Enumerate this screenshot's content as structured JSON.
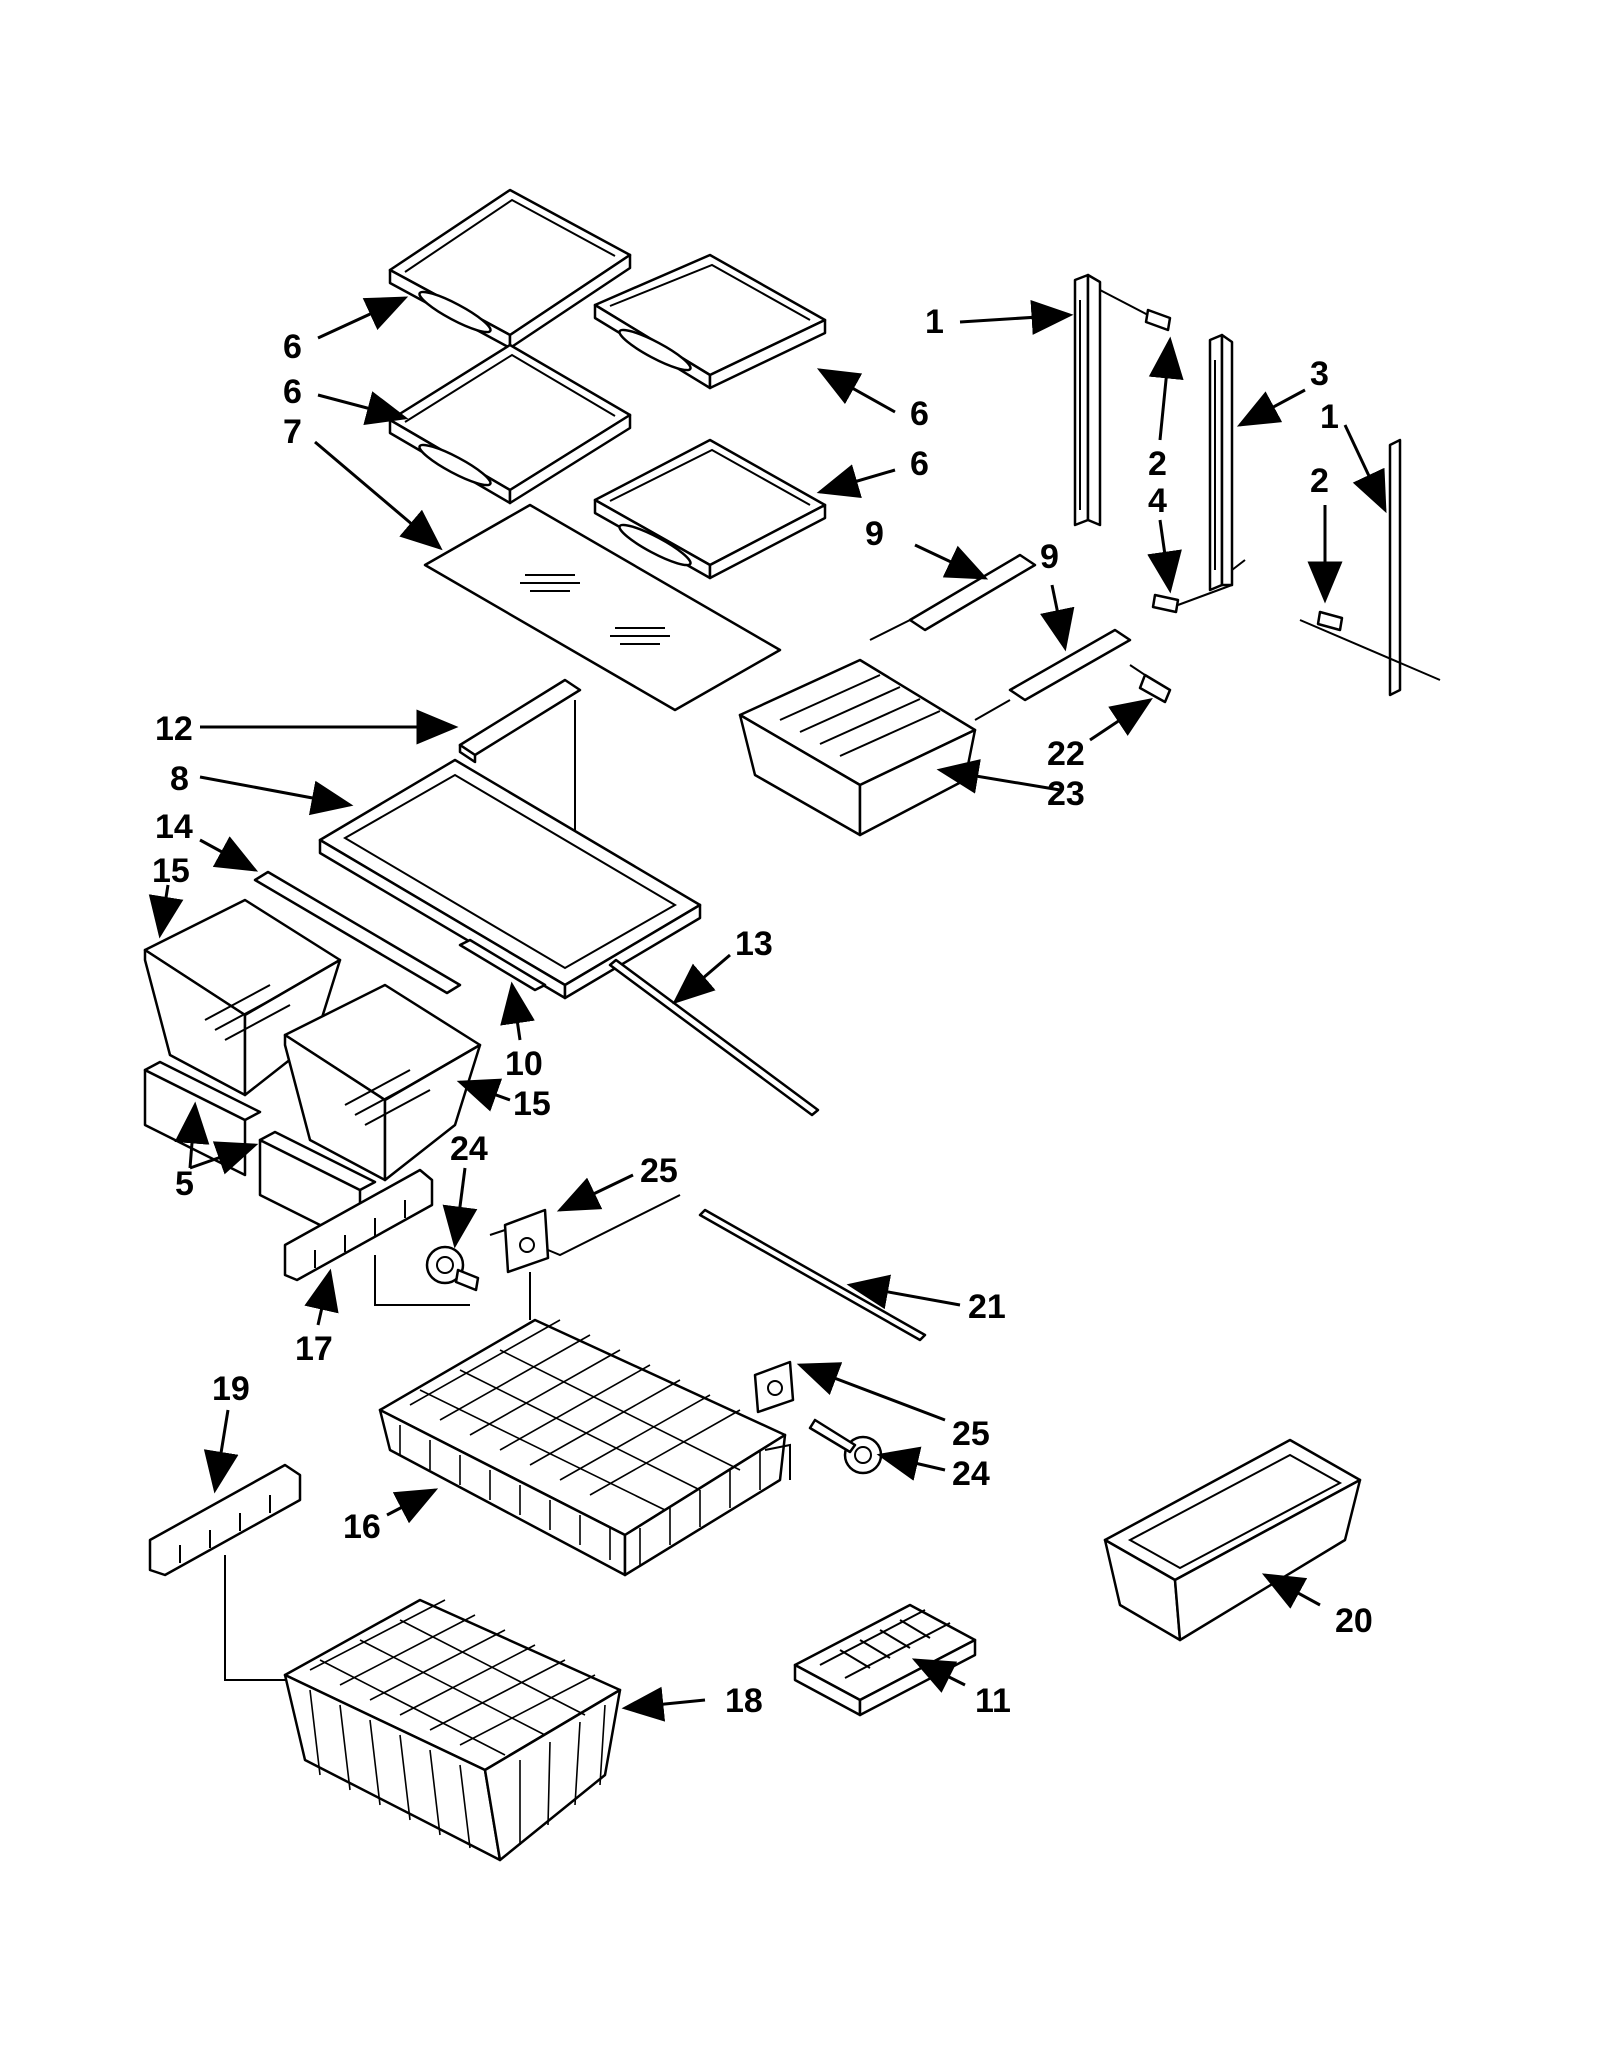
{
  "diagram": {
    "callouts": {
      "c1a": "1",
      "c1b": "1",
      "c2a": "2",
      "c2b": "2",
      "c3": "3",
      "c4": "4",
      "c5": "5",
      "c6a": "6",
      "c6b": "6",
      "c6c": "6",
      "c6d": "6",
      "c7": "7",
      "c8": "8",
      "c9a": "9",
      "c9b": "9",
      "c10": "10",
      "c11": "11",
      "c12": "12",
      "c13": "13",
      "c14": "14",
      "c15a": "15",
      "c15b": "15",
      "c16": "16",
      "c17": "17",
      "c18": "18",
      "c19": "19",
      "c20": "20",
      "c21": "21",
      "c22": "22",
      "c23": "23",
      "c24a": "24",
      "c24b": "24",
      "c25a": "25",
      "c25b": "25"
    }
  }
}
